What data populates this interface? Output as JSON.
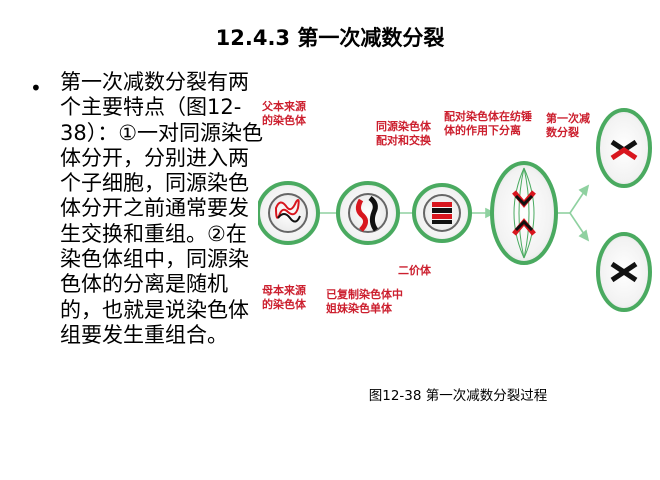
{
  "slide": {
    "title": "12.4.3 第一次减数分裂",
    "bullet": "第一次减数分裂有两个主要特点（图12-38）：①一对同源染色体分开，分别进入两个子细胞，同源染色体分开之前通常要发生交换和重组。②在染色体组中，同源染色体的分离是随机的，也就是说染色体组要发生重组合。"
  },
  "figure": {
    "labels": {
      "father_chrom": "父本来源的染色体",
      "mother_chrom": "母本来源的染色体",
      "sister_chromatids": "已复制染色体中姐妹染色单体",
      "homolog_pairing": "同源染色体配对和交换",
      "bivalent": "二价体",
      "spindle": "配对染色体在纺锤体的作用下分离",
      "meiosis_one": "第一次减数分裂"
    },
    "caption": "图12-38 第一次减数分裂过程"
  },
  "colors": {
    "label_red": "#cc1f2e",
    "cell_green": "#4aaa60",
    "arrow_green": "#8fd1a0",
    "chromosome_red": "#d8161e",
    "chromosome_black": "#111111"
  }
}
